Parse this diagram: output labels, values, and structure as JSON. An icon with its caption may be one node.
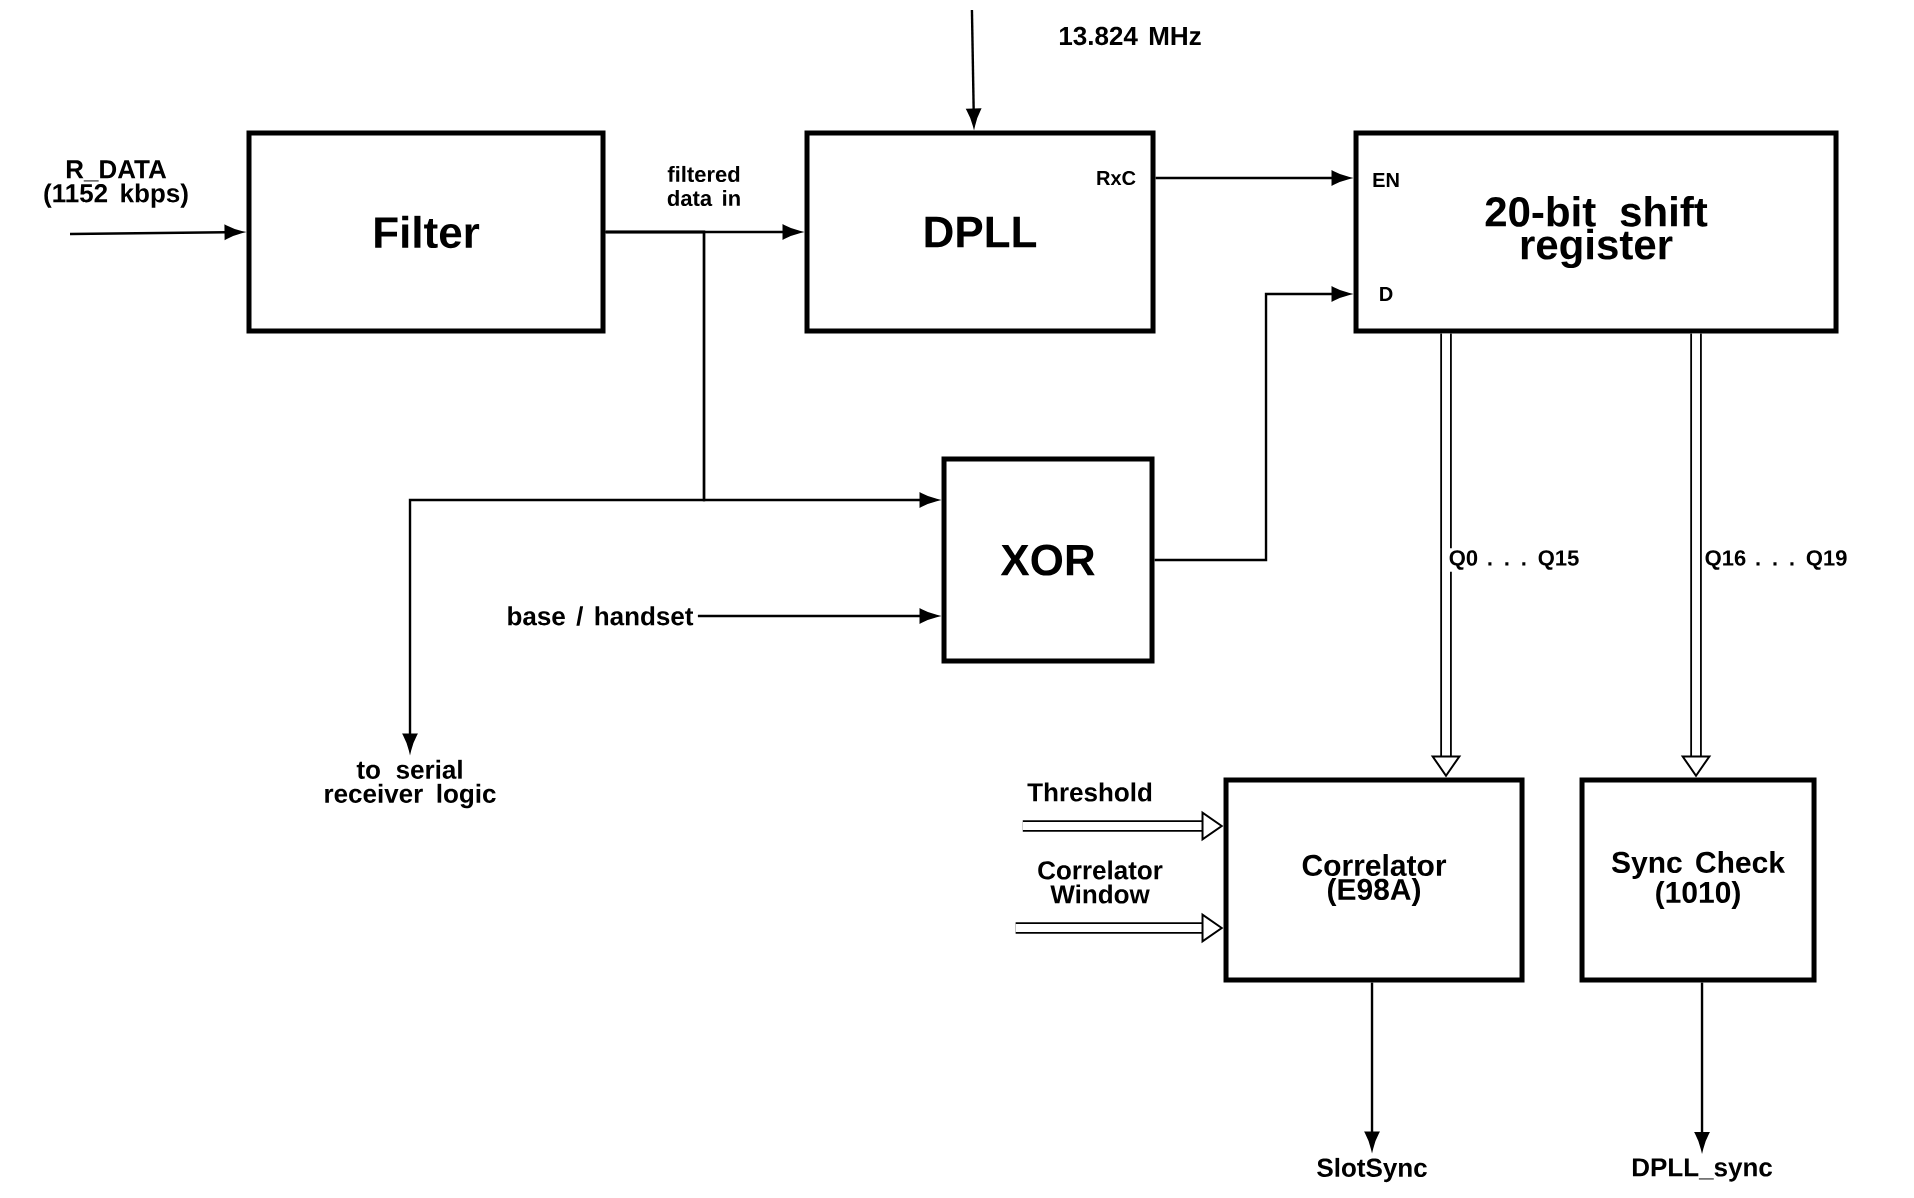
{
  "diagram": {
    "nodes": [
      {
        "text": [
          "R_DATA (1152 kbps)"
        ]
      },
      {
        "text": [
          "Filter"
        ]
      },
      {
        "text": [
          "DPLL",
          "RxC"
        ]
      },
      {
        "text": [
          "13.824 MHz"
        ]
      },
      {
        "text": [
          "20-bit shift register",
          "EN",
          "D"
        ]
      },
      {
        "text": [
          "XOR"
        ]
      },
      {
        "text": [
          "base / handset"
        ]
      },
      {
        "text": [
          "to serial receiver logic"
        ]
      },
      {
        "text": [
          "Correlator (E98A)"
        ]
      },
      {
        "text": [
          "Sync Check (1010)"
        ]
      },
      {
        "text": [
          "Threshold"
        ]
      },
      {
        "text": [
          "Correlator Window"
        ]
      },
      {
        "text": [
          "SlotSync"
        ]
      },
      {
        "text": [
          "DPLL_sync"
        ]
      }
    ],
    "edges": [
      {
        "from": 0,
        "to": 1,
        "arrow": "to"
      },
      {
        "from": 1,
        "to": 2,
        "arrow": "to",
        "label": "filtered data in"
      },
      {
        "from": 1,
        "to": 5,
        "arrow": "to"
      },
      {
        "from": 1,
        "to": 7,
        "arrow": "to"
      },
      {
        "from": 3,
        "to": 2,
        "arrow": "to"
      },
      {
        "from": 2,
        "to": 4,
        "arrow": "to"
      },
      {
        "from": 5,
        "to": 4,
        "arrow": "to"
      },
      {
        "from": 6,
        "to": 5,
        "arrow": "to"
      },
      {
        "from": 4,
        "to": 8,
        "arrow": "to",
        "label": "Q0 . . . Q15",
        "style": "thick"
      },
      {
        "from": 4,
        "to": 9,
        "arrow": "to",
        "label": "Q16 . . . Q19",
        "style": "thick"
      },
      {
        "from": 10,
        "to": 8,
        "arrow": "to",
        "style": "thick"
      },
      {
        "from": 11,
        "to": 8,
        "arrow": "to",
        "style": "thick"
      },
      {
        "from": 8,
        "to": 12,
        "arrow": "to"
      },
      {
        "from": 9,
        "to": 13,
        "arrow": "to"
      }
    ]
  }
}
